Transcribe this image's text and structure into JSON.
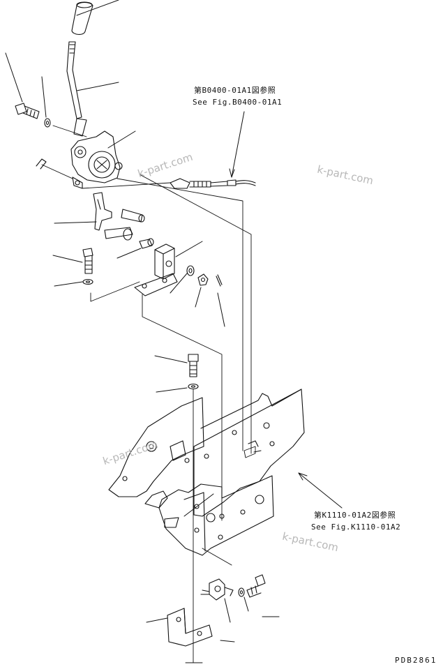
{
  "references": {
    "fig_b0400_jp": "第B0400-01A1図参照",
    "fig_b0400_en": "See Fig.B0400-01A1",
    "fig_k1110_jp": "第K1110-01A2図参照",
    "fig_k1110_en": "See Fig.K1110-01A2"
  },
  "watermarks": {
    "w1": "k-part.com",
    "w2": "k-part.com",
    "w3": "k-part.com",
    "w4": "k-part.com"
  },
  "drawing_code": "PDB2861",
  "colors": {
    "line": "#111111",
    "watermark": "#b8b8b8",
    "background": "#ffffff"
  }
}
